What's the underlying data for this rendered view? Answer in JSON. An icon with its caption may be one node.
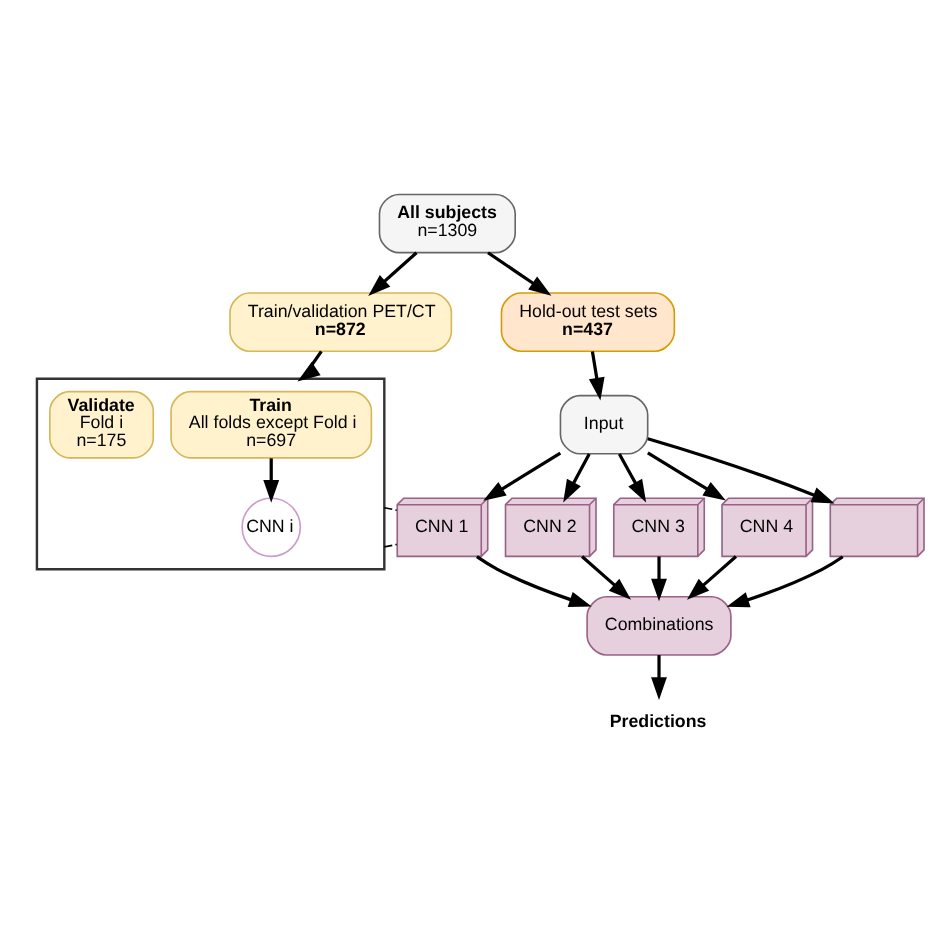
{
  "diagram": {
    "nodes": [
      {
        "text": [
          "All subjects",
          "n=1309"
        ]
      },
      {
        "text": [
          "Train/validation PET/CT",
          "n=872"
        ]
      },
      {
        "text": [
          "Hold-out test sets",
          "n=437"
        ]
      },
      {
        "text": [],
        "shape": "box"
      },
      {
        "text": [
          "Train",
          "All folds except Fold i",
          "n=697"
        ],
        "in": 3
      },
      {
        "text": [
          "Validate",
          "Fold i",
          "n=175"
        ],
        "in": 3
      },
      {
        "text": [
          "CNN i"
        ],
        "in": 3
      },
      {
        "text": [
          "Input"
        ]
      },
      {
        "text": [
          "CNN 1"
        ]
      },
      {
        "text": [
          "CNN 2"
        ]
      },
      {
        "text": [
          "CNN 3"
        ]
      },
      {
        "text": [
          "CNN 4"
        ]
      },
      {
        "text": [],
        "shape": "box"
      },
      {
        "text": [
          "Combinations"
        ]
      },
      {
        "text": [
          "Predictions"
        ]
      }
    ],
    "edges": [
      {
        "from": 0,
        "to": 1,
        "arrow": "to"
      },
      {
        "from": 0,
        "to": 2,
        "arrow": "to"
      },
      {
        "from": 1,
        "to": 3,
        "arrow": "to"
      },
      {
        "from": 4,
        "to": 6,
        "arrow": "to"
      },
      {
        "from": 2,
        "to": 7,
        "arrow": "to"
      },
      {
        "from": 7,
        "to": 8,
        "arrow": "to"
      },
      {
        "from": 7,
        "to": 9,
        "arrow": "to"
      },
      {
        "from": 7,
        "to": 10,
        "arrow": "to"
      },
      {
        "from": 7,
        "to": 11,
        "arrow": "to"
      },
      {
        "from": 7,
        "to": 12,
        "arrow": "to"
      },
      {
        "from": 8,
        "to": 13,
        "arrow": "to"
      },
      {
        "from": 9,
        "to": 13,
        "arrow": "to"
      },
      {
        "from": 10,
        "to": 13,
        "arrow": "to"
      },
      {
        "from": 11,
        "to": 13,
        "arrow": "to"
      },
      {
        "from": 12,
        "to": 13,
        "arrow": "to"
      },
      {
        "from": 13,
        "to": 14,
        "arrow": "to"
      },
      {
        "from": 3,
        "to": 8,
        "arrow": "none",
        "style": "dashed"
      },
      {
        "from": 3,
        "to": 8,
        "arrow": "none",
        "style": "dashed"
      }
    ]
  }
}
